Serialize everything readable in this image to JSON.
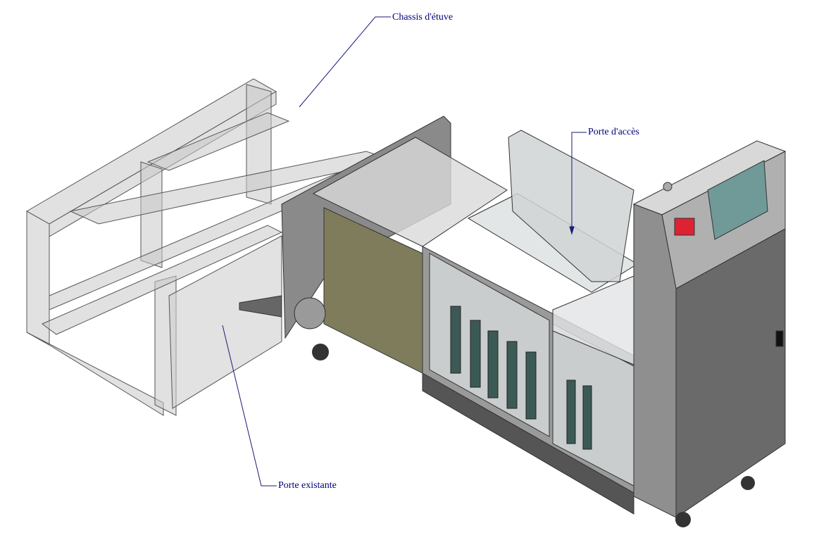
{
  "labels": {
    "chassis": "Chassis d'étuve",
    "access_door": "Porte d'accès",
    "existing_door": "Porte existante"
  },
  "colors": {
    "leader": "#1a1a7a",
    "label_text": "#00007a",
    "frame": "#b8b8b8",
    "panel": "#7f7c5c",
    "screen": "#6f9a98",
    "body": "#8c8c8c"
  }
}
